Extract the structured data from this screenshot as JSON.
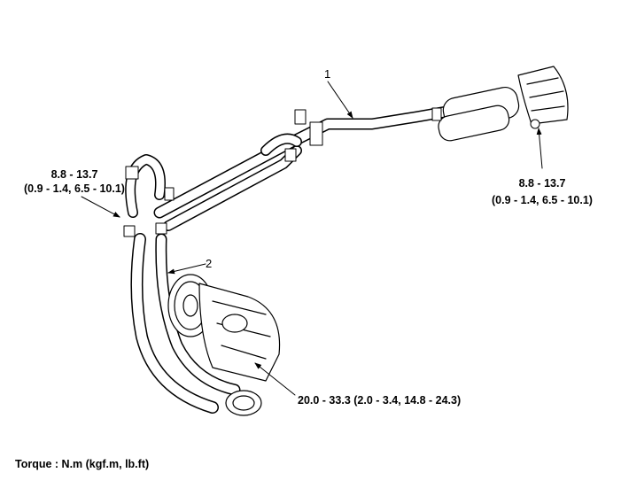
{
  "callouts": {
    "part_1": "1",
    "part_2": "2"
  },
  "torques": {
    "left": {
      "line1": "8.8 - 13.7",
      "line2": "(0.9 - 1.4, 6.5 - 10.1)"
    },
    "right": {
      "line1": "8.8 - 13.7",
      "line2": "(0.9 - 1.4, 6.5 - 10.1)"
    },
    "compressor": "20.0 - 33.3 (2.0 - 3.4, 14.8 - 24.3)"
  },
  "footer": {
    "torque_unit": "Torque : N.m (kgf.m, lb.ft)"
  }
}
